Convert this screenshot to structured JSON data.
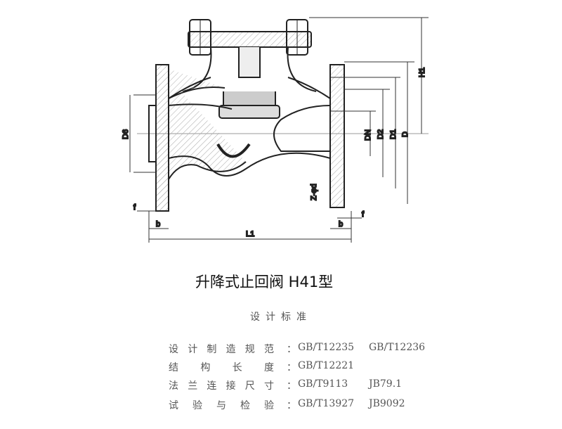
{
  "drawing": {
    "labels": {
      "h1": "H1",
      "dn": "DN",
      "d2": "D2",
      "d1": "D1",
      "d": "D",
      "d6": "D6",
      "z_phi_d": "Z-φd",
      "f_left": "f",
      "f_right": "f",
      "b_left": "b",
      "b_right": "b",
      "l1": "L1"
    }
  },
  "title": "升降式止回阀 H41型",
  "standards": {
    "heading": "设计标准",
    "rows": [
      {
        "label": [
          "设",
          "计",
          "制",
          "造",
          "规",
          "范"
        ],
        "colon": "：",
        "values": [
          "GB/T12235",
          "GB/T12236"
        ]
      },
      {
        "label": [
          "结",
          "构",
          "长",
          "度"
        ],
        "colon": "：",
        "values": [
          "GB/T12221",
          ""
        ]
      },
      {
        "label": [
          "法",
          "兰",
          "连",
          "接",
          "尺",
          "寸"
        ],
        "colon": "：",
        "values": [
          "GB/T9113",
          "JB79.1"
        ]
      },
      {
        "label": [
          "试",
          "验",
          "与",
          "检",
          "验"
        ],
        "colon": "：",
        "values": [
          "GB/T13927",
          "JB9092"
        ]
      }
    ]
  }
}
